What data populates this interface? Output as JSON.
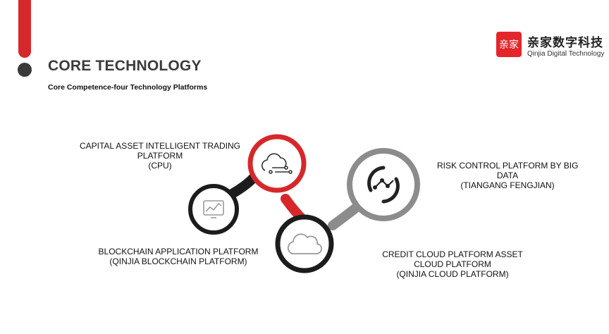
{
  "header": {
    "title": "CORE TECHNOLOGY",
    "subtitle": "Core Competence-four Technology Platforms"
  },
  "logo": {
    "mark_text": "亲家",
    "name_cn": "亲家数字科技",
    "name_en": "Qinjia Digital Technology",
    "brand_color": "#e3262a"
  },
  "platforms": {
    "capital": {
      "line1": "CAPITAL ASSET INTELLIGENT TRADING",
      "line2": "PLATFORM",
      "line3": "(CPU)",
      "icon": "cloud-network-icon"
    },
    "blockchain": {
      "line1": "BLOCKCHAIN APPLICATION PLATFORM",
      "line2": "(QINJIA BLOCKCHAIN PLATFORM)",
      "icon": "chart-monitor-icon"
    },
    "risk": {
      "line1": "RISK CONTROL PLATFORM BY BIG",
      "line2": "DATA",
      "line3": "(TIANGANG FENGJIAN)",
      "icon": "data-link-icon"
    },
    "credit": {
      "line1": "CREDIT CLOUD PLATFORM ASSET",
      "line2": "CLOUD PLATFORM",
      "line3": "(QINJIA CLOUD PLATFORM)",
      "icon": "cloud-icon"
    }
  },
  "colors": {
    "accent": "#d6282b",
    "dark": "#1c1c1c",
    "gray": "#8c8c8c"
  }
}
